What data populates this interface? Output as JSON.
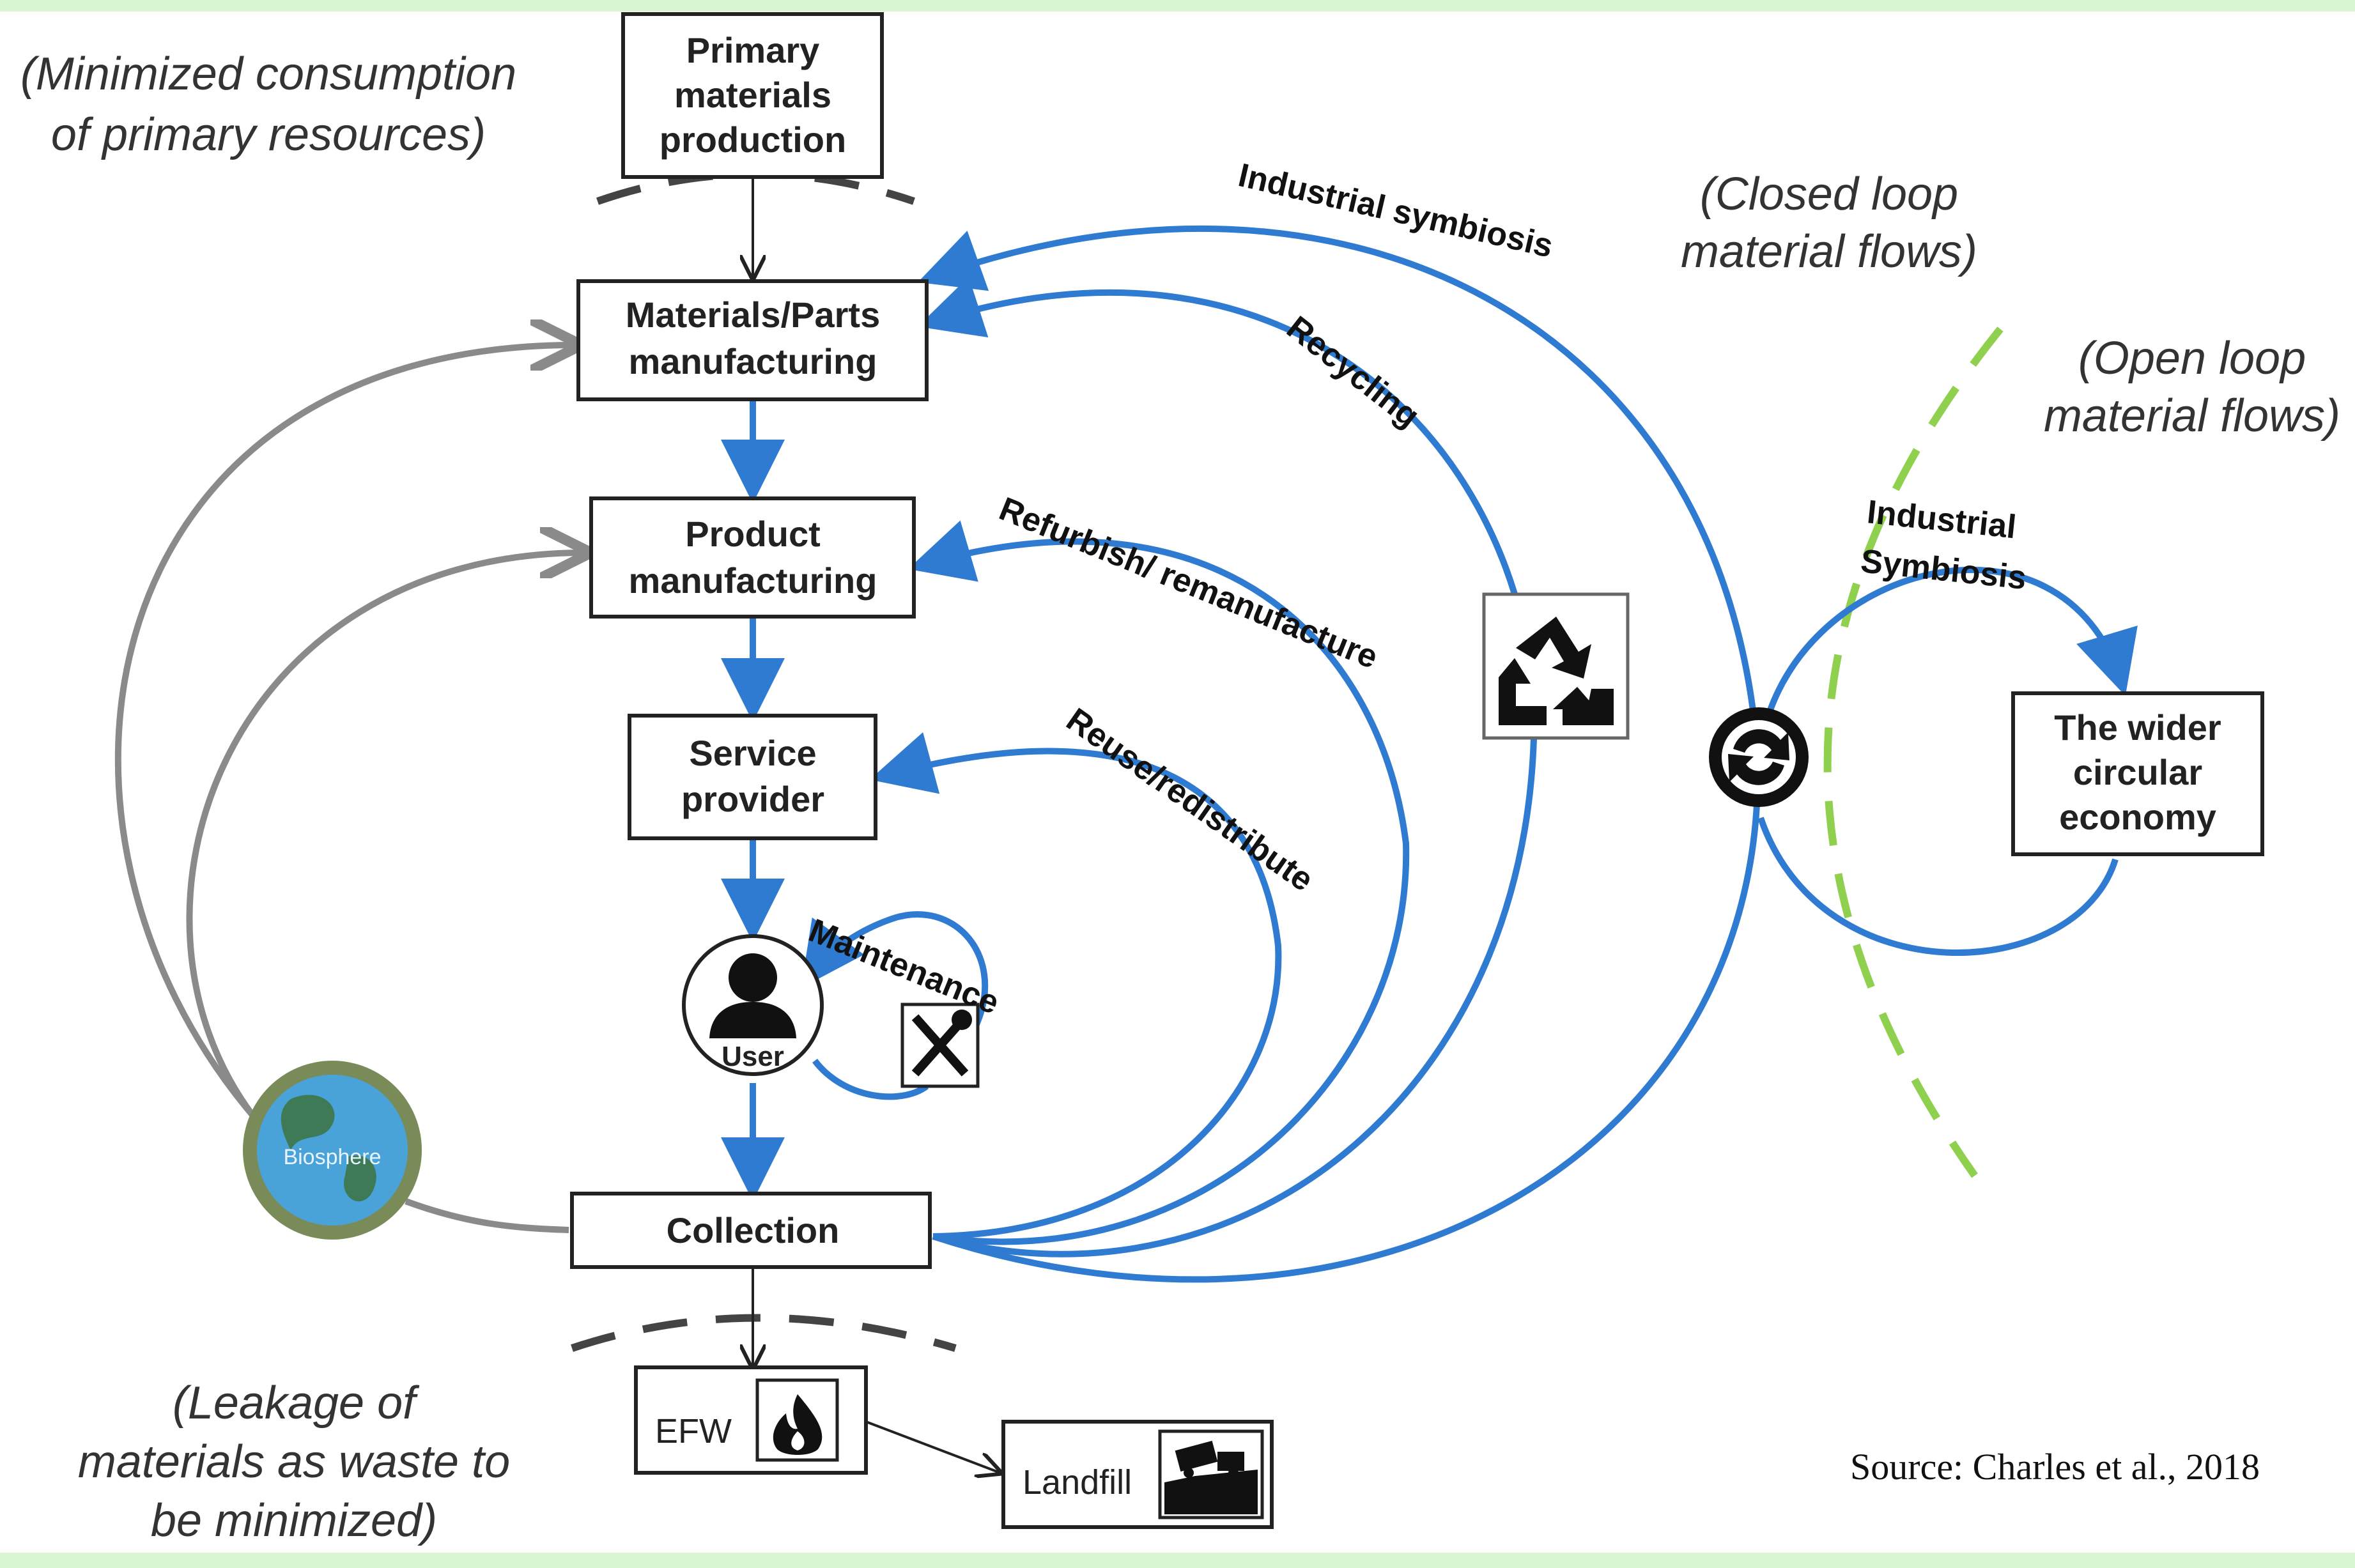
{
  "notes": {
    "top_left": [
      "(Minimized consumption",
      "of primary resources)"
    ],
    "closed_loop": [
      "(Closed loop",
      "material flows)"
    ],
    "open_loop": [
      "(Open loop",
      "material flows)"
    ],
    "bottom_left": [
      "(Leakage of",
      "materials as waste to",
      "be minimized)"
    ]
  },
  "boxes": {
    "primary": [
      "Primary",
      "materials",
      "production"
    ],
    "materials_parts": [
      "Materials/Parts",
      "manufacturing"
    ],
    "product": [
      "Product",
      "manufacturing"
    ],
    "service": [
      "Service",
      "provider"
    ],
    "collection": "Collection",
    "efw": "EFW",
    "landfill": "Landfill",
    "wider": [
      "The wider",
      "circular",
      "economy"
    ]
  },
  "flows": {
    "industrial_symbiosis": "Industrial  symbiosis",
    "recycling": "Recycling",
    "refurbish": "Refurbish/ remanufacture",
    "reuse": "Reuse/redistribute",
    "maintenance": "Maintenance",
    "industrial_symbiosis_open": [
      "Industrial",
      "Symbiosis"
    ]
  },
  "icons": {
    "user_label": "User",
    "biosphere_label": "Biosphere"
  },
  "source": "Source: Charles et al., 2018",
  "colors": {
    "frame": "#d6f5d0",
    "blue": "#2e7bd1",
    "gray": "#8a8a8a",
    "green_dash": "#8fd14f",
    "dark_dash": "#444444"
  }
}
